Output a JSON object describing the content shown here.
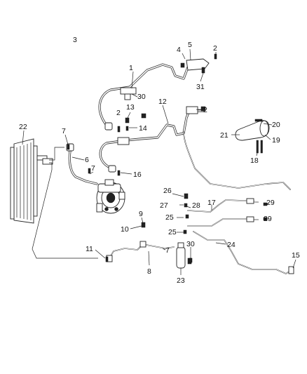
{
  "diagram": {
    "callouts": [
      "1",
      "2",
      "2",
      "2",
      "3",
      "4",
      "5",
      "6",
      "7",
      "7",
      "7",
      "8",
      "9",
      "10",
      "11",
      "12",
      "13",
      "14",
      "15",
      "16",
      "17",
      "18",
      "19",
      "20",
      "21",
      "22",
      "23",
      "24",
      "25",
      "25",
      "26",
      "27",
      "28",
      "29",
      "29",
      "30",
      "30",
      "31"
    ]
  }
}
